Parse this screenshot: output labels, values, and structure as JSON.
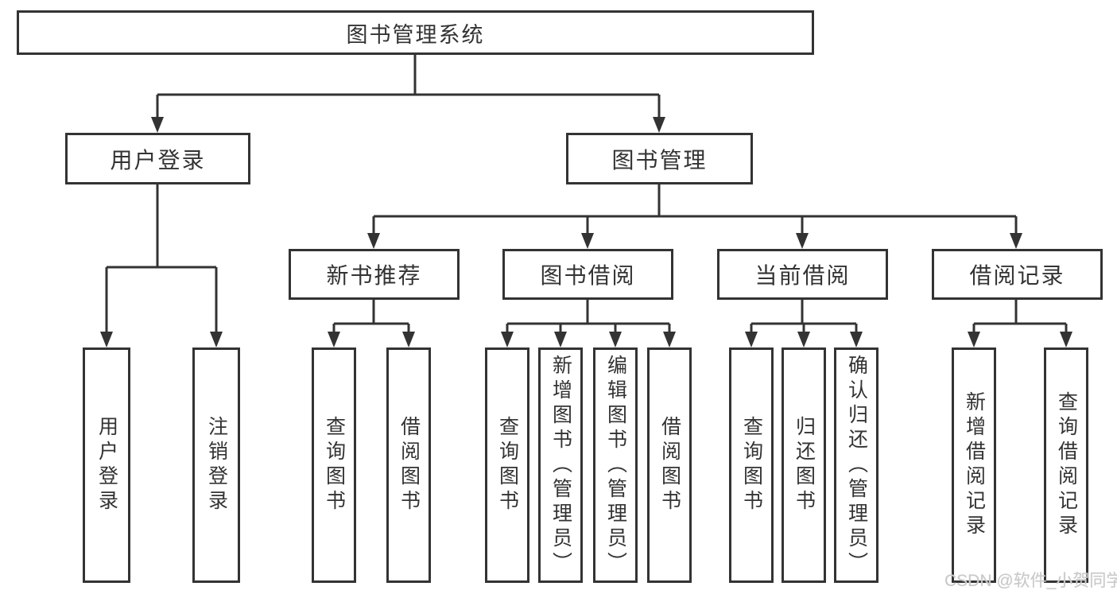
{
  "diagram": {
    "type": "hierarchy-tree",
    "line_color": "#333333",
    "box_border_color": "#333333",
    "background_color": "#ffffff",
    "nodes": {
      "root": "图书管理系统",
      "level2": [
        "用户登录",
        "图书管理"
      ],
      "level3": [
        "新书推荐",
        "图书借阅",
        "当前借阅",
        "借阅记录"
      ],
      "leaves": {
        "user_login": [
          "用户登录",
          "注销登录"
        ],
        "new_book": [
          "查询图书",
          "借阅图书"
        ],
        "book_borrow": [
          "查询图书",
          "新增图书（管理员）",
          "编辑图书（管理员）",
          "借阅图书"
        ],
        "current_borrow": [
          "查询图书",
          "归还图书",
          "确认归还（管理员）"
        ],
        "borrow_record": [
          "新增借阅记录",
          "查询借阅记录"
        ]
      }
    },
    "hierarchy": {
      "图书管理系统": {
        "用户登录": [
          "用户登录",
          "注销登录"
        ],
        "图书管理": {
          "新书推荐": [
            "查询图书",
            "借阅图书"
          ],
          "图书借阅": [
            "查询图书",
            "新增图书（管理员）",
            "编辑图书（管理员）",
            "借阅图书"
          ],
          "当前借阅": [
            "查询图书",
            "归还图书",
            "确认归还（管理员）"
          ],
          "借阅记录": [
            "新增借阅记录",
            "查询借阅记录"
          ]
        }
      }
    }
  },
  "watermark": {
    "text": "CSDN @软件_小贺同学",
    "color": "#c9c9c9"
  }
}
